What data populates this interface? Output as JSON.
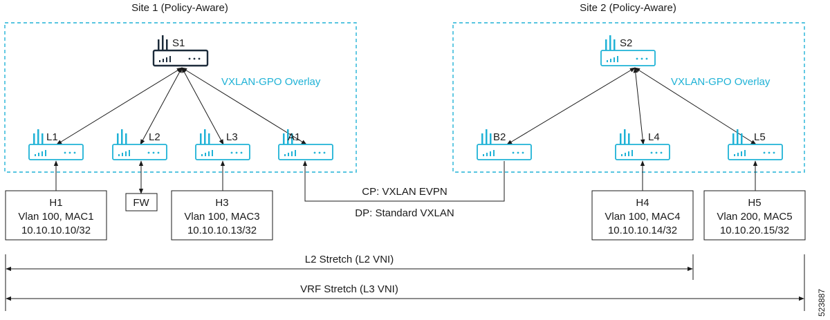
{
  "sites": [
    {
      "id": "site1",
      "title": "Site 1 (Policy-Aware)",
      "overlay_label": "VXLAN-GPO Overlay"
    },
    {
      "id": "site2",
      "title": "Site 2 (Policy-Aware)",
      "overlay_label": "VXLAN-GPO Overlay"
    }
  ],
  "switches": {
    "s1": "S1",
    "s2": "S2",
    "l1": "L1",
    "l2": "L2",
    "l3": "L3",
    "a1": "A1",
    "b2": "B2",
    "l4": "L4",
    "l5": "L5"
  },
  "hosts": {
    "h1": [
      "H1",
      "Vlan 100, MAC1",
      "10.10.10.10/32"
    ],
    "h3": [
      "H3",
      "Vlan 100, MAC3",
      "10.10.10.13/32"
    ],
    "h4": [
      "H4",
      "Vlan 100, MAC4",
      "10.10.10.14/32"
    ],
    "h5": [
      "H5",
      "Vlan 200, MAC5",
      "10.10.20.15/32"
    ]
  },
  "firewall": "FW",
  "interconnect": {
    "control_plane": "CP: VXLAN EVPN",
    "data_plane": "DP: Standard VXLAN"
  },
  "stretches": {
    "l2": "L2 Stretch (L2 VNI)",
    "vrf": "VRF Stretch (L3 VNI)"
  },
  "figure_id": "523887",
  "colors": {
    "accent": "#1fb2d6",
    "spine": "#1c2b3a",
    "line": "#1a1a1a"
  }
}
